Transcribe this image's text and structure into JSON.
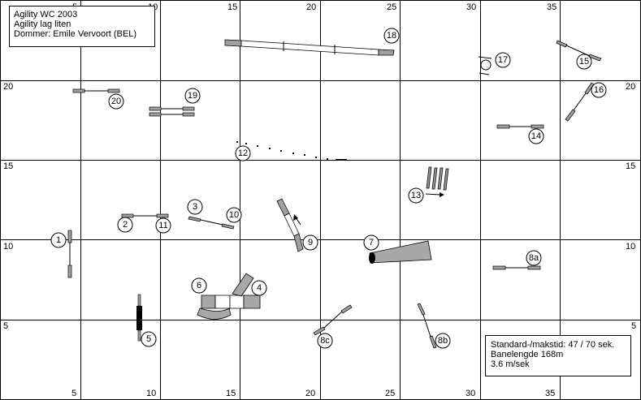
{
  "header": {
    "line1": "Agility WC 2003",
    "line2": "Agility lag liten",
    "line3": "Dommer: Emile Vervoort (BEL)"
  },
  "footer_info": {
    "line1": "Standard-/makstid: 47 / 70 sek.",
    "line2": "Banelengde 168m",
    "line3": "3.6 m/sek"
  },
  "grid": {
    "top_labels": [
      "5",
      "10",
      "15",
      "20",
      "25",
      "30",
      "35"
    ],
    "bottom_labels": [
      "5",
      "10",
      "15",
      "20",
      "25",
      "30",
      "35"
    ],
    "left_labels": [
      "20",
      "15",
      "10",
      "5"
    ],
    "right_labels": [
      "20",
      "15",
      "10",
      "5"
    ]
  },
  "obstacle_numbers": {
    "n1": "1",
    "n2": "2",
    "n3": "3",
    "n4": "4",
    "n5": "5",
    "n6": "6",
    "n7": "7",
    "n8a": "8a",
    "n8b": "8b",
    "n8c": "8c",
    "n9": "9",
    "n10": "10",
    "n11": "11",
    "n12": "12",
    "n13": "13",
    "n14": "14",
    "n15": "15",
    "n16": "16",
    "n17": "17",
    "n18": "18",
    "n19": "19",
    "n20": "20"
  },
  "colors": {
    "grid": "#000000",
    "equipment_fill": "#a0a0a0",
    "tunnel_fill": "#a8a8a8",
    "weave_fill": "#909090",
    "tire_fill": "#000000"
  }
}
